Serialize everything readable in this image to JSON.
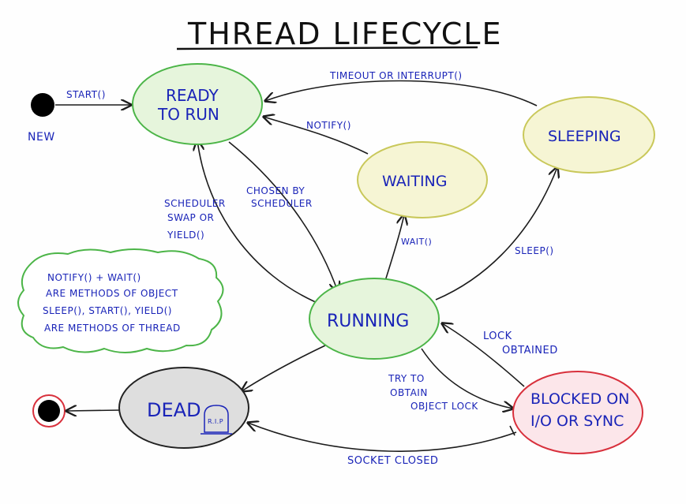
{
  "title": "THREAD LIFECYCLE",
  "new_label": "NEW",
  "nodes": {
    "ready": {
      "line1": "READY",
      "line2": "TO RUN",
      "fill": "#e6f5dc",
      "stroke": "#4cb548"
    },
    "waiting": {
      "label": "WAITING",
      "fill": "#f6f5d4",
      "stroke": "#c9c85a"
    },
    "sleeping": {
      "label": "SLEEPING",
      "fill": "#f6f5d4",
      "stroke": "#c9c85a"
    },
    "running": {
      "label": "RUNNING",
      "fill": "#e6f5dc",
      "stroke": "#4cb548"
    },
    "dead": {
      "label": "DEAD",
      "tombstone": "R.I.P",
      "fill": "#dedede",
      "stroke": "#222222"
    },
    "blocked": {
      "line1": "BLOCKED ON",
      "line2": "I/O OR SYNC",
      "fill": "#fce6ea",
      "stroke": "#d8303c"
    }
  },
  "edges": {
    "start": "START()",
    "timeout": "TIMEOUT OR INTERRUPT()",
    "notify": "NOTIFY()",
    "scheduler_swap": [
      "SCHEDULER",
      "SWAP OR",
      "YIELD()"
    ],
    "chosen": [
      "CHOSEN BY",
      "SCHEDULER"
    ],
    "wait": "WAIT()",
    "sleep": "SLEEP()",
    "lock_obtained": [
      "LOCK",
      "OBTAINED"
    ],
    "try_obtain": [
      "TRY TO",
      "OBTAIN",
      "OBJECT LOCK"
    ],
    "socket_closed": "SOCKET CLOSED"
  },
  "note": [
    "NOTIFY() + WAIT()",
    "ARE METHODS OF OBJECT",
    "SLEEP(), START(), YIELD()",
    "ARE METHODS OF THREAD"
  ],
  "colors": {
    "ink": "#1a24b8",
    "note_border": "#4cb548",
    "end_ring": "#d8303c"
  }
}
